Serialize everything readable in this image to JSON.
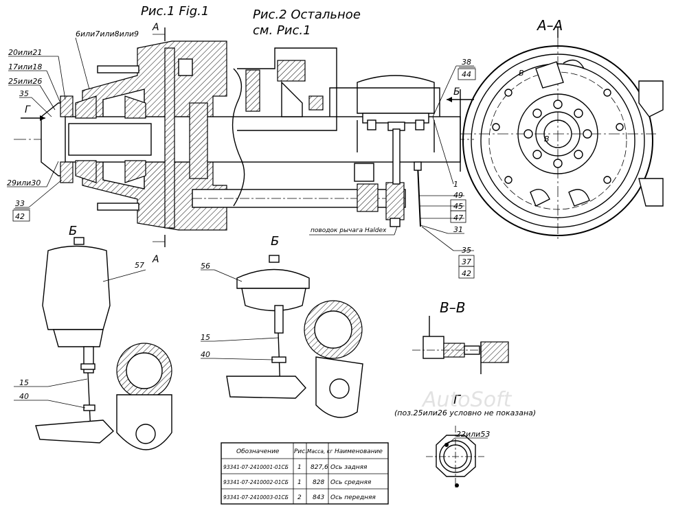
{
  "titles": {
    "fig1": "Рис.1  Fig.1",
    "fig2_line1": "Рис.2 Остальное",
    "fig2_line2": "см. Рис.1",
    "section_aa": "А–А",
    "view_b1": "Б",
    "view_b2": "Б",
    "view_b3": "Б",
    "section_vv": "В–В",
    "view_g": "Г",
    "view_g_note": "(поз.25или26 условно не показана)",
    "cut_a_top": "А",
    "cut_a_bottom": "А",
    "arrow_g": "Г",
    "v_mark1": "В",
    "v_mark2": "В"
  },
  "callouts": {
    "c1": "6или7или8или9",
    "c2": "20или21",
    "c3": "17или18",
    "c4": "25или26",
    "c5": "35",
    "c6": "29или30",
    "c7a": "33",
    "c7b": "42",
    "c8a": "38",
    "c8b": "44",
    "c9": "1",
    "c10": "49",
    "c11": "45",
    "c12": "47",
    "c13": "31",
    "c14a": "35",
    "c14b": "37",
    "c14c": "42",
    "haldex": "поводок рычага Haldex",
    "c57": "57",
    "c15a": "15",
    "c40a": "40",
    "c56": "56",
    "c15b": "15",
    "c40b": "40",
    "c22": "22или53"
  },
  "table": {
    "headers": [
      "Обозначение",
      "Рис.",
      "Масса, кг",
      "Наименование"
    ],
    "rows": [
      [
        "93341-07-2410001-01СБ",
        "1",
        "827,6",
        "Ось задняя"
      ],
      [
        "93341-07-2410002-01СБ",
        "1",
        "828",
        "Ось  средняя"
      ],
      [
        "93341-07-2410003-01СБ",
        "2",
        "843",
        "Ось передняя"
      ]
    ]
  },
  "watermark": "AutoSoft"
}
